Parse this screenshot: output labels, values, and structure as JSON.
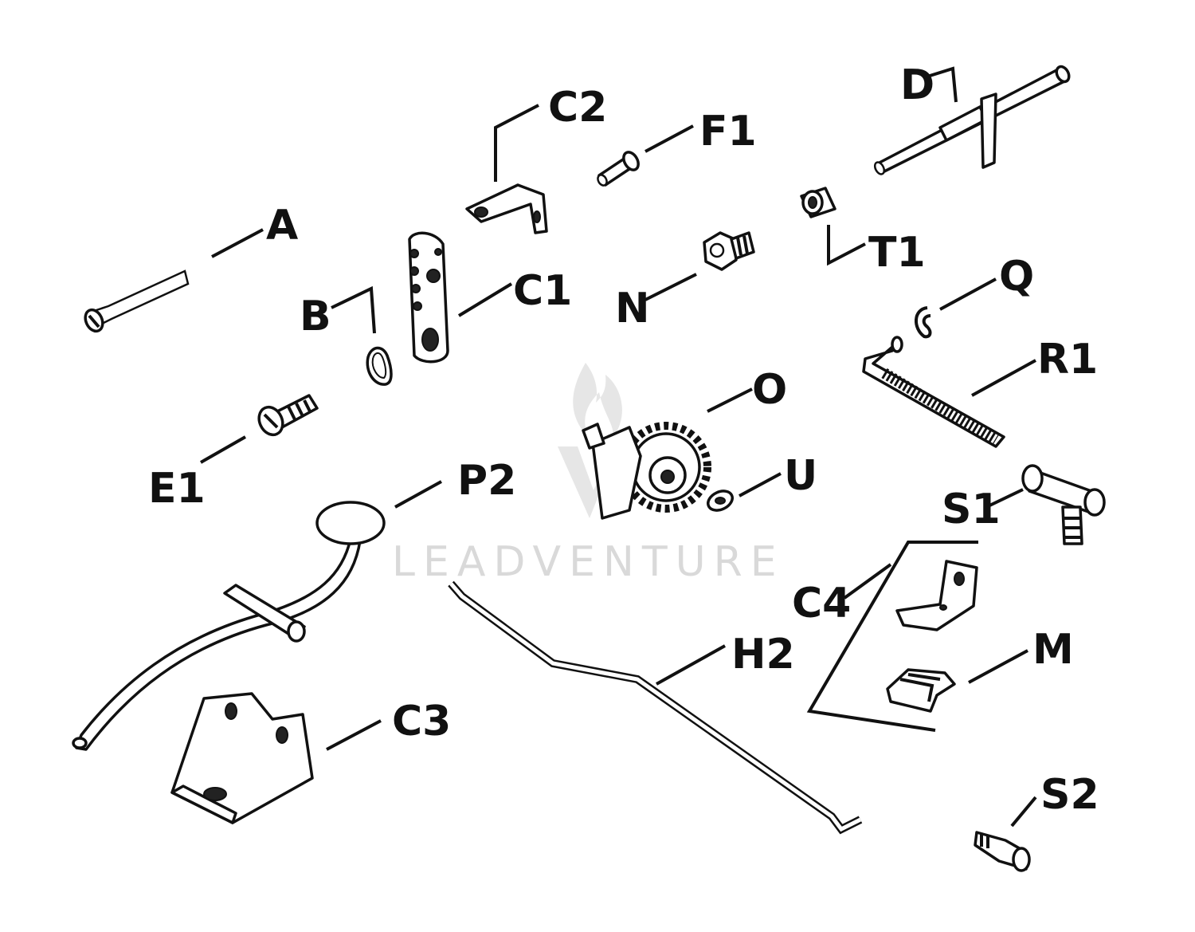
{
  "diagram": {
    "watermark": "LEADVENTURE",
    "labels": {
      "A": "A",
      "B": "B",
      "C1": "C1",
      "C2": "C2",
      "C3": "C3",
      "C4": "C4",
      "D": "D",
      "E1": "E1",
      "F1": "F1",
      "H2": "H2",
      "M": "M",
      "N": "N",
      "O": "O",
      "P2": "P2",
      "Q": "Q",
      "R1": "R1",
      "S1": "S1",
      "S2": "S2",
      "T1": "T1",
      "U": "U"
    }
  },
  "colors": {
    "ink": "#111111",
    "watermark": "#d9d9d9",
    "background": "#ffffff"
  }
}
